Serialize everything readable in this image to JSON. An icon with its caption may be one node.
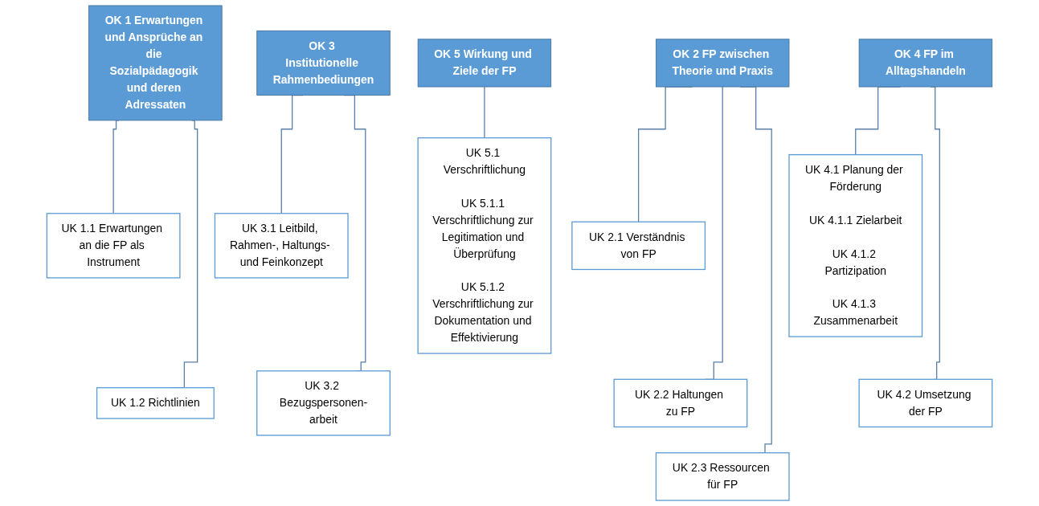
{
  "diagram": {
    "nodes": [
      {
        "text": [
          "OK 1 Erwartungen und Ansprüche an die Sozialpädagogik und deren Adressaten"
        ]
      },
      {
        "text": [
          "UK 1.1 Erwartungen an die FP als Instrument"
        ]
      },
      {
        "text": [
          "UK 1.2 Richtlinien"
        ]
      },
      {
        "text": [
          "OK 2 FP zwischen Theorie und Praxis"
        ]
      },
      {
        "text": [
          "UK 2.1 Verständnis von FP"
        ]
      },
      {
        "text": [
          "UK 2.2 Haltungen zu FP"
        ]
      },
      {
        "text": [
          "UK 2.3 Ressourcen für FP"
        ]
      },
      {
        "text": [
          "OK 3 Institutionelle Rahmenbediungen"
        ]
      },
      {
        "text": [
          "UK 3.1 Leitbild, Rahmen-, Haltungs- und Feinkonzept"
        ]
      },
      {
        "text": [
          "UK 3.2 Bezugspersonen-arbeit"
        ]
      },
      {
        "text": [
          "OK 4 FP im Alltagshandeln"
        ]
      },
      {
        "text": [
          "UK 4.1 Planung der Förderung",
          "UK 4.1.1 Zielarbeit",
          "UK 4.1.2 Partizipation",
          "UK 4.1.3 Zusammenarbeit"
        ]
      },
      {
        "text": [
          "UK 4.2 Umsetzung der FP"
        ]
      },
      {
        "text": [
          "OK 5 Wirkung und Ziele der FP"
        ]
      },
      {
        "text": [
          "UK 5.1 Verschriftlichung",
          "UK 5.1.1 Verschriftlichung zur Legitimation und Überprüfung",
          "UK 5.1.2 Verschriftlichung zur Dokumentation und Effektivierung"
        ]
      }
    ],
    "edges": [
      {
        "from": 0,
        "to": 1,
        "arrow": "none"
      },
      {
        "from": 0,
        "to": 2,
        "arrow": "none"
      },
      {
        "from": 3,
        "to": 4,
        "arrow": "none"
      },
      {
        "from": 3,
        "to": 5,
        "arrow": "none"
      },
      {
        "from": 3,
        "to": 6,
        "arrow": "none"
      },
      {
        "from": 7,
        "to": 8,
        "arrow": "none"
      },
      {
        "from": 7,
        "to": 9,
        "arrow": "none"
      },
      {
        "from": 10,
        "to": 11,
        "arrow": "none"
      },
      {
        "from": 10,
        "to": 12,
        "arrow": "none"
      },
      {
        "from": 13,
        "to": 14,
        "arrow": "none"
      }
    ]
  }
}
